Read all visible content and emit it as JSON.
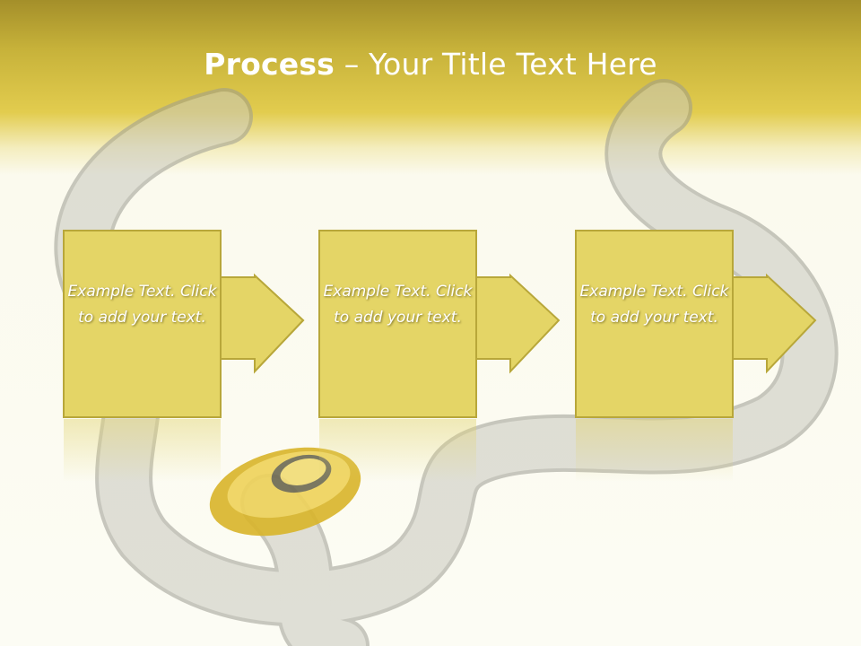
{
  "slide": {
    "title_bold": "Process",
    "title_rest": " – Your Title Text Here"
  },
  "steps": [
    {
      "text": "Example Text. Click  to add your text."
    },
    {
      "text": "Example Text. Click  to add your text."
    },
    {
      "text": "Example Text. Click  to add your text."
    }
  ],
  "colors": {
    "box_fill": "#e4d566",
    "box_border": "#b8a73a",
    "header_dark": "#a48f2a",
    "header_light": "#e2cc4e",
    "road": "#bdbdb3",
    "car": "#e8c83e"
  },
  "background_image": {
    "subject": "winding-road-with-yellow-car"
  }
}
